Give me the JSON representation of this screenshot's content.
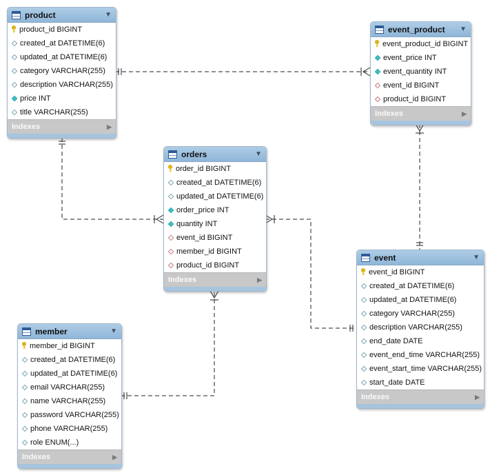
{
  "tables": {
    "product": {
      "name": "product",
      "columns": [
        {
          "text": "product_id BIGINT",
          "kind": "pk"
        },
        {
          "text": "created_at DATETIME(6)",
          "kind": "col"
        },
        {
          "text": "updated_at DATETIME(6)",
          "kind": "col"
        },
        {
          "text": "category VARCHAR(255)",
          "kind": "col"
        },
        {
          "text": "description VARCHAR(255)",
          "kind": "col"
        },
        {
          "text": "price INT",
          "kind": "nn"
        },
        {
          "text": "title VARCHAR(255)",
          "kind": "col"
        }
      ],
      "indexes_label": "Indexes"
    },
    "event_product": {
      "name": "event_product",
      "columns": [
        {
          "text": "event_product_id BIGINT",
          "kind": "pk"
        },
        {
          "text": "event_price INT",
          "kind": "nn"
        },
        {
          "text": "event_quantity INT",
          "kind": "nn"
        },
        {
          "text": "event_id BIGINT",
          "kind": "fk"
        },
        {
          "text": "product_id BIGINT",
          "kind": "fk"
        }
      ],
      "indexes_label": "Indexes"
    },
    "orders": {
      "name": "orders",
      "columns": [
        {
          "text": "order_id BIGINT",
          "kind": "pk"
        },
        {
          "text": "created_at DATETIME(6)",
          "kind": "col"
        },
        {
          "text": "updated_at DATETIME(6)",
          "kind": "col"
        },
        {
          "text": "order_price INT",
          "kind": "nn"
        },
        {
          "text": "quantity INT",
          "kind": "nn"
        },
        {
          "text": "event_id BIGINT",
          "kind": "fk"
        },
        {
          "text": "member_id BIGINT",
          "kind": "fk"
        },
        {
          "text": "product_id BIGINT",
          "kind": "fk"
        }
      ],
      "indexes_label": "Indexes"
    },
    "member": {
      "name": "member",
      "columns": [
        {
          "text": "member_id BIGINT",
          "kind": "pk"
        },
        {
          "text": "created_at DATETIME(6)",
          "kind": "col"
        },
        {
          "text": "updated_at DATETIME(6)",
          "kind": "col"
        },
        {
          "text": "email VARCHAR(255)",
          "kind": "col"
        },
        {
          "text": "name VARCHAR(255)",
          "kind": "col"
        },
        {
          "text": "password VARCHAR(255)",
          "kind": "col"
        },
        {
          "text": "phone VARCHAR(255)",
          "kind": "col"
        },
        {
          "text": "role ENUM(...)",
          "kind": "col"
        }
      ],
      "indexes_label": "Indexes"
    },
    "event": {
      "name": "event",
      "columns": [
        {
          "text": "event_id BIGINT",
          "kind": "pk"
        },
        {
          "text": "created_at DATETIME(6)",
          "kind": "col"
        },
        {
          "text": "updated_at DATETIME(6)",
          "kind": "col"
        },
        {
          "text": "category VARCHAR(255)",
          "kind": "col"
        },
        {
          "text": "description VARCHAR(255)",
          "kind": "col"
        },
        {
          "text": "end_date DATE",
          "kind": "col"
        },
        {
          "text": "event_end_time VARCHAR(255)",
          "kind": "col"
        },
        {
          "text": "event_start_time VARCHAR(255)",
          "kind": "col"
        },
        {
          "text": "start_date DATE",
          "kind": "col"
        }
      ],
      "indexes_label": "Indexes"
    }
  },
  "icons": {
    "table": "table-icon",
    "dropdown": "dropdown-triangle-icon",
    "primary_key": "key-icon",
    "column": "diamond-icon",
    "expand": "play-arrow-icon"
  },
  "colors": {
    "header": "#9fc3e0",
    "primary_key": "#e5b800",
    "not_null": "#3cc3c8",
    "foreign_key": "#c07a7a",
    "indexes_bar": "#c8c8c8"
  }
}
